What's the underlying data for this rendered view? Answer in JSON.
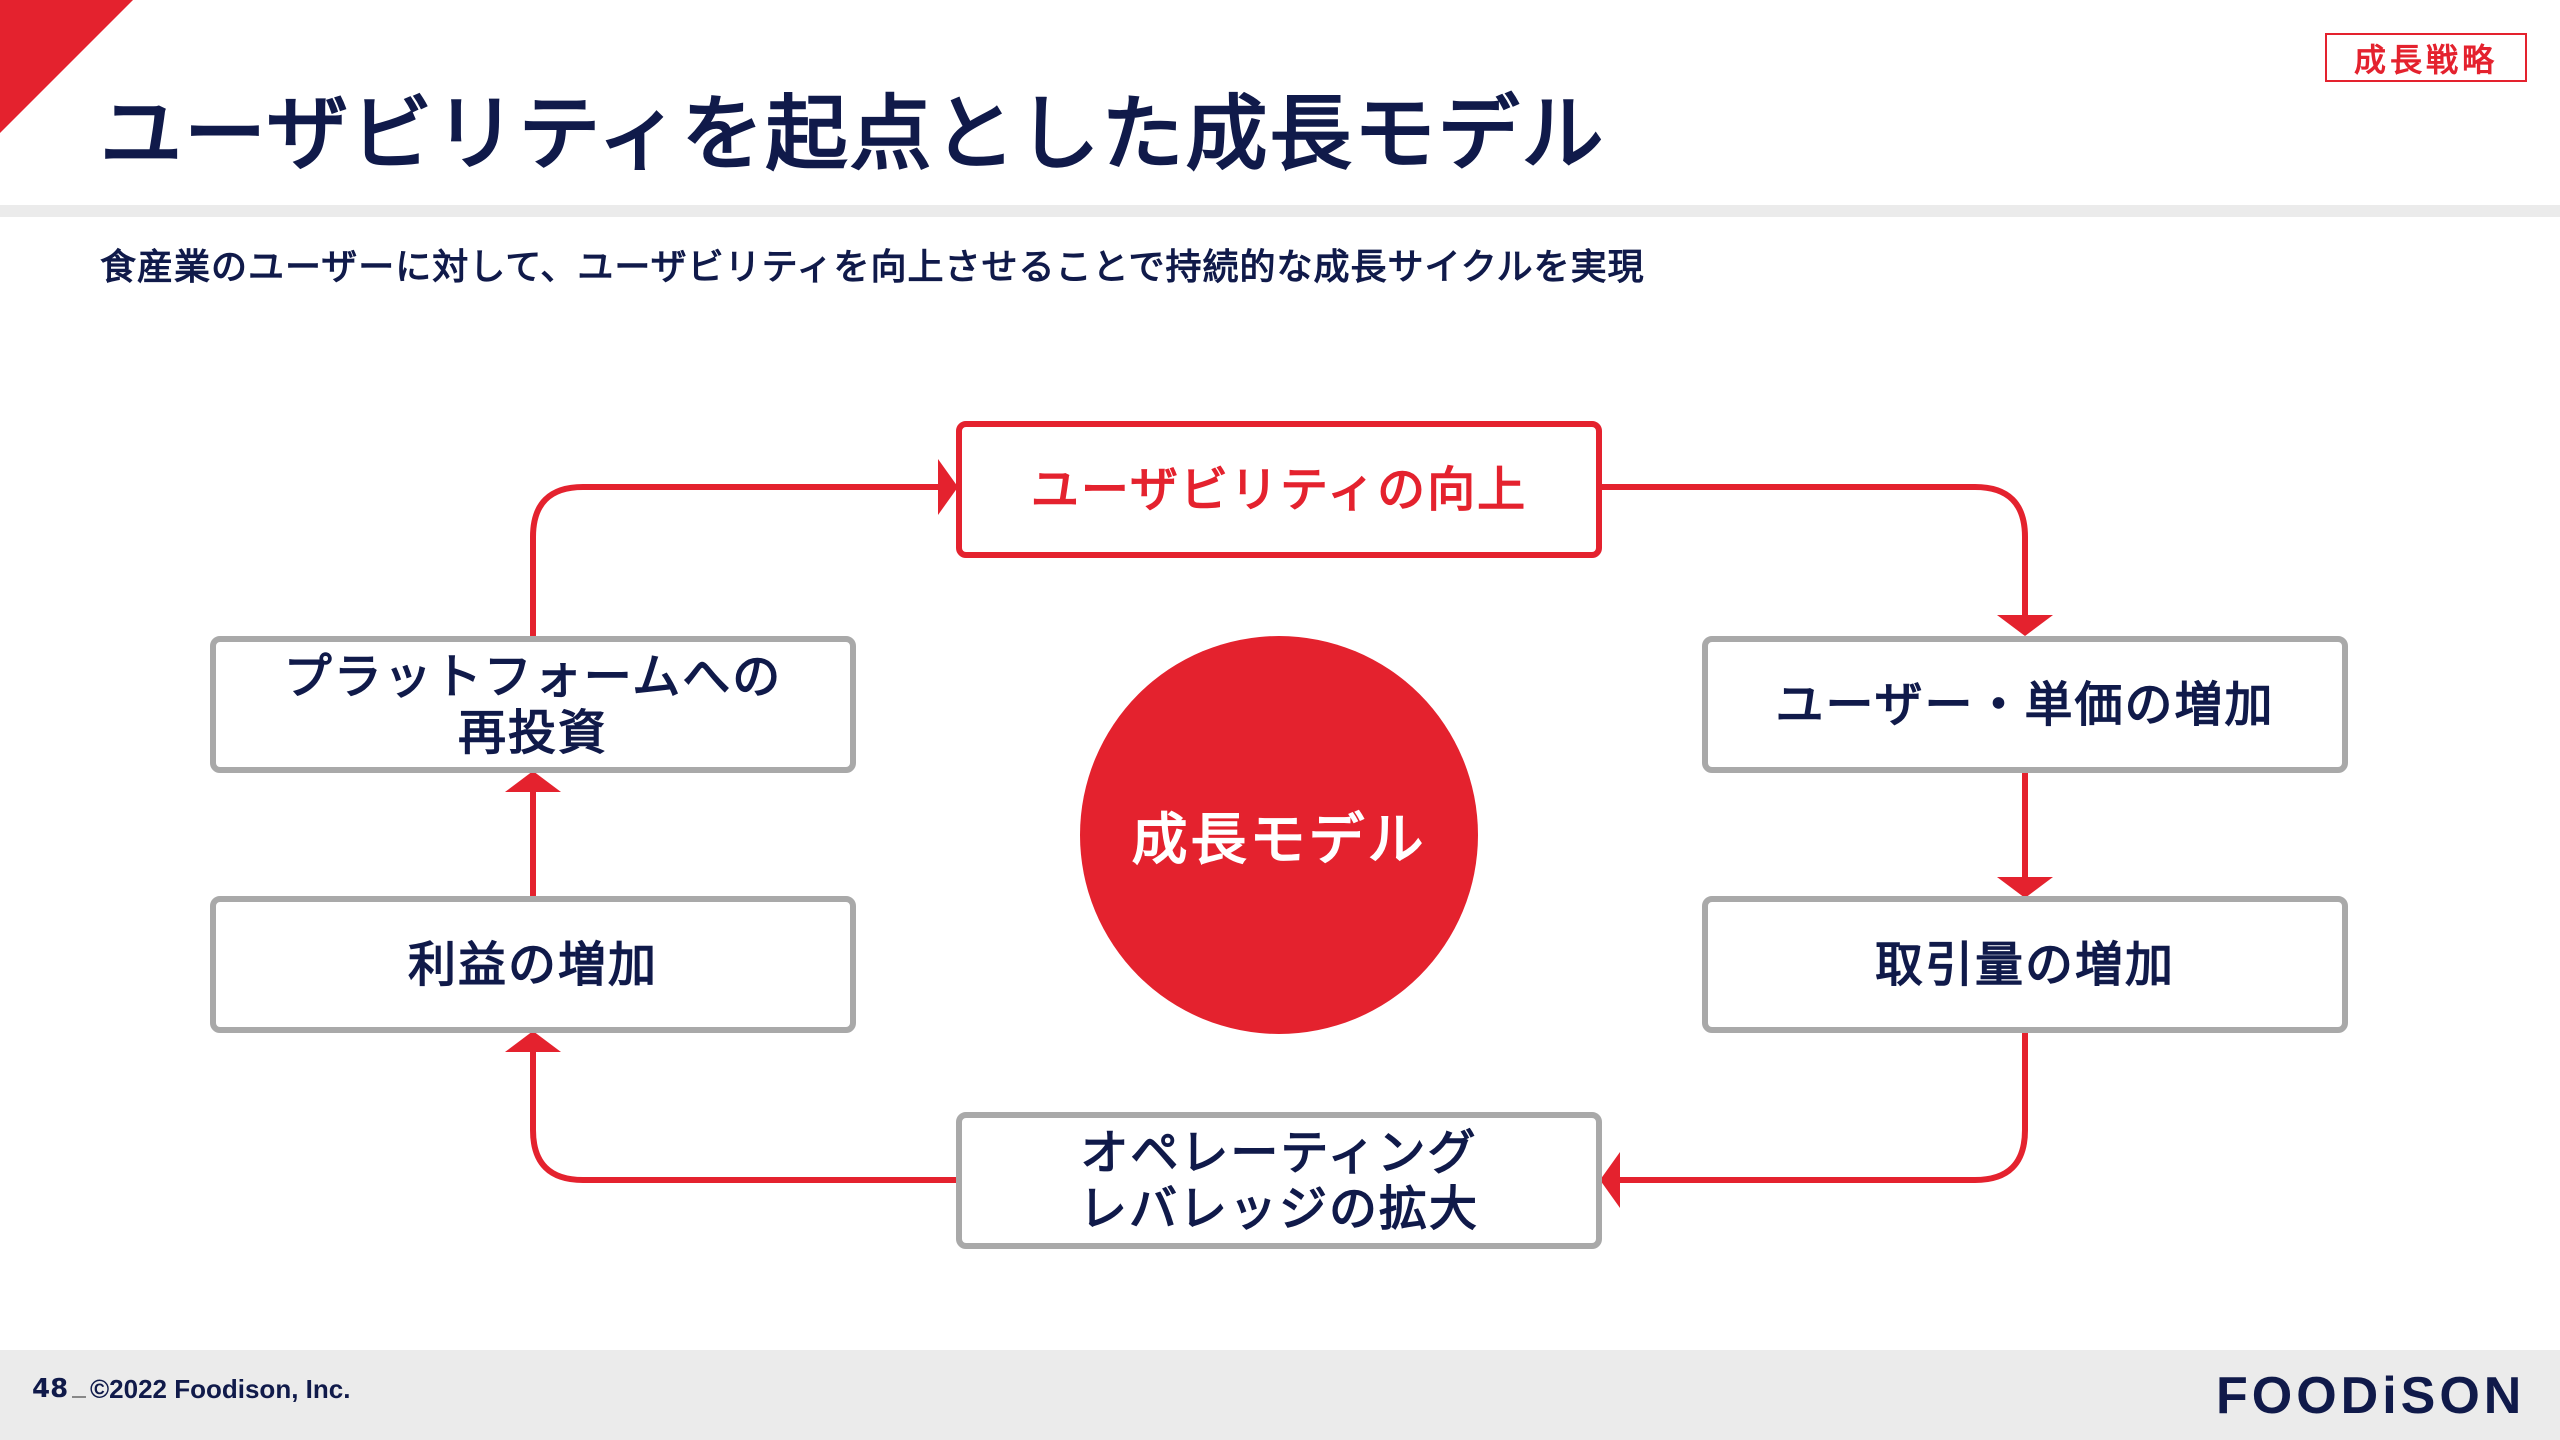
{
  "header": {
    "title": "ユーザビリティを起点とした成長モデル",
    "section_tag": "成長戦略",
    "subtitle": "食産業のユーザーに対して、ユーザビリティを向上させることで持続的な成長サイクルを実現"
  },
  "diagram": {
    "center_label": "成長モデル",
    "nodes": {
      "usability": "ユーザビリティの向上",
      "users_price": "ユーザー・単価の増加",
      "transactions": "取引量の増加",
      "leverage": "オペレーティング\nレバレッジの拡大",
      "profit": "利益の増加",
      "reinvest": "プラットフォームへの\n再投資"
    }
  },
  "footer": {
    "page_number": "48",
    "copyright": "©2022 Foodison, Inc.",
    "logo": "FOODiSON"
  },
  "colors": {
    "accent": "#e4222e",
    "navy": "#101a4a",
    "box_border": "#a9a9a9",
    "band": "#ebebeb"
  }
}
